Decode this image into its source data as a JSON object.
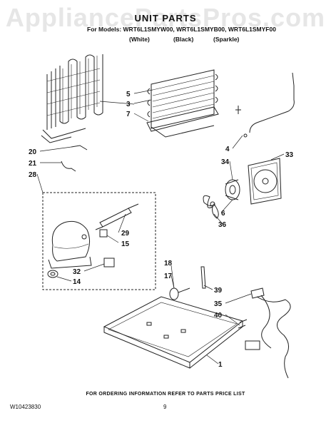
{
  "header": {
    "watermark": "AppliancePartsPros.com",
    "title": "UNIT PARTS",
    "models_line": "For Models: WRT6L1SMYW00, WRT6L1SMYB00, WRT6L1SMYF00",
    "colors": [
      "(White)",
      "(Black)",
      "(Sparkle)"
    ]
  },
  "callouts": [
    "5",
    "3",
    "7",
    "20",
    "21",
    "28",
    "4",
    "33",
    "34",
    "29",
    "15",
    "6",
    "36",
    "32",
    "14",
    "18",
    "17",
    "39",
    "35",
    "40",
    "1"
  ],
  "footer": {
    "ordering_note": "FOR ORDERING INFORMATION REFER TO PARTS PRICE LIST",
    "doc_number": "W10423830",
    "page_number": "9"
  }
}
